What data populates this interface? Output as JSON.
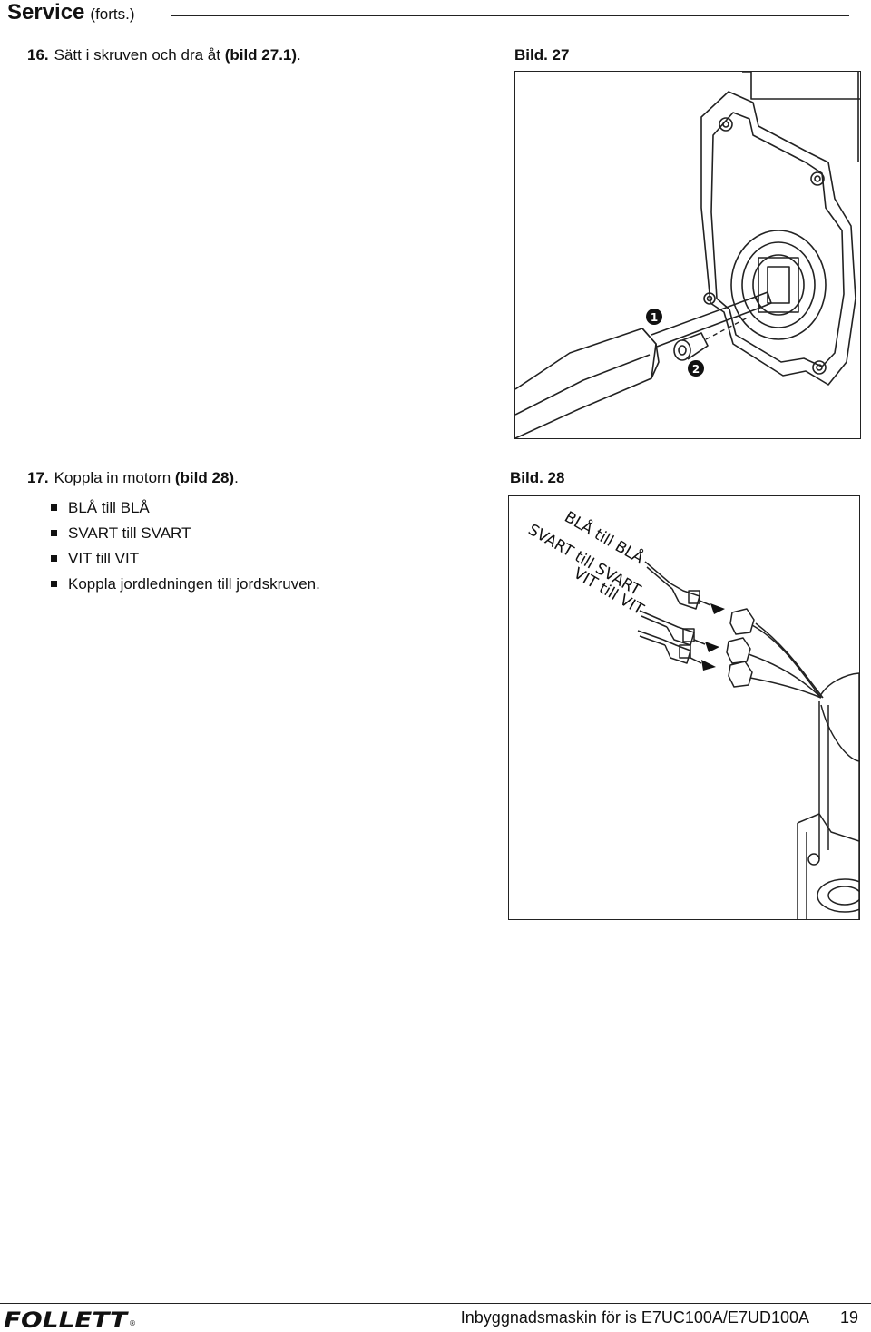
{
  "header": {
    "title": "Service",
    "subtitle": "(forts.)"
  },
  "step16": {
    "number": "16.",
    "text": "Sätt i skruven och dra åt ",
    "ref": "(bild 27.1)",
    "end": "."
  },
  "figure27": {
    "label": "Bild. 27",
    "callout1": "1",
    "callout2": "2"
  },
  "step17": {
    "number": "17.",
    "text": "Koppla in motorn ",
    "ref": "(bild 28)",
    "end": "."
  },
  "bullets": [
    "BLÅ till BLÅ",
    "SVART till SVART",
    "VIT till VIT",
    "Koppla jordledningen till jordskruven."
  ],
  "figure28": {
    "label": "Bild. 28",
    "wire_labels": [
      "BLÅ till BLÅ",
      "SVART till SVART",
      "VIT till VIT"
    ]
  },
  "footer": {
    "logo": "FOLLETT",
    "logo_mark": "®",
    "text": "Inbyggnadsmaskin för is E7UC100A/E7UD100A",
    "page": "19"
  }
}
